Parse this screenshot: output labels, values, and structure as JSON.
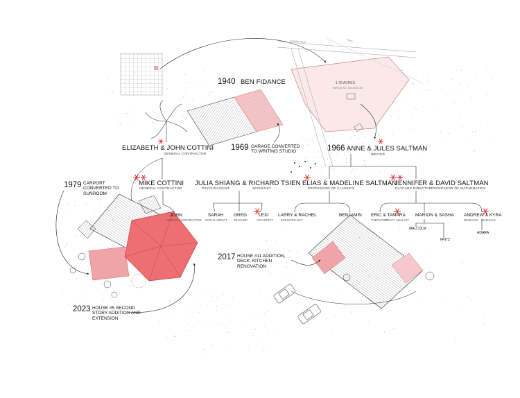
{
  "colors": {
    "accent": "#e8383d",
    "accent_fill": "#f2a7aa",
    "accent_light": "#f7d4d5",
    "line": "#222222",
    "hatch": "#8a8a8a"
  },
  "events": {
    "e1940": {
      "year": "1940",
      "text": "BEN FIDANCE"
    },
    "e1966": {
      "year": "1966",
      "text": "ANNE & JULES SALTMAN",
      "role": "WRITER"
    },
    "e1969": {
      "year": "1969",
      "text": "GARAGE CONVERTED TO WRITING STUDIO"
    },
    "e1979": {
      "year": "1979",
      "text": "CARPORT CONVERTED TO SUNROOM"
    },
    "e2017": {
      "year": "2017",
      "text": "HOUSE #11 ADDITION, DECK, KITCHEN RENOVATION"
    },
    "e2023": {
      "year": "2023",
      "text": "HOUSE #5 SECOND STORY ADDITION AND EXTENSION"
    }
  },
  "people": {
    "cottini_couple": {
      "name": "ELIZABETH & JOHN COTTINI",
      "role": "GENERAL CONTRACTOR"
    },
    "mike": {
      "name": "MIKE COTTINI",
      "role": "GENERAL CONTRACTOR"
    },
    "julia": {
      "name": "JULIA SHIANG",
      "role": "PSYCHOLOGIST"
    },
    "richard": {
      "name": "RICHARD TSIEN",
      "role": "SCIENTIST"
    },
    "elias": {
      "name": "ELIAS & MADELINE SALTMAN",
      "role": "PROFESSOR OF CLASSICS"
    },
    "jennifer": {
      "name": "JENNIFER & DAVID SALTMAN",
      "role1": "DAYCARE DIRECTOR",
      "role2": "PROFESSOR OF MATHEMATICS"
    },
    "john": {
      "name": "JOHN",
      "role": "GENERAL CONTRACTOR"
    },
    "sarah": {
      "name": "SARAH",
      "role": "SOCIAL IMPACT"
    },
    "greg": {
      "name": "GREG",
      "role": "TEACHER"
    },
    "lexi": {
      "name": "LEXI",
      "role": "ARCHITECT"
    },
    "larry": {
      "name": "LARRY & RACHEL",
      "role": "INDUSTRIALIST"
    },
    "benjamin": {
      "name": "BENJAMIN"
    },
    "eric": {
      "name": "ERIC & TAMARA",
      "role1": "THERAPIST",
      "role2": "POLICY ANALYST"
    },
    "marion": {
      "name": "MARION & SASHA"
    },
    "andrew": {
      "name": "ANDREW & KYRA",
      "role1": "MUSICIAN",
      "role2": "MUSICIAN"
    },
    "malcolm": {
      "name": "MALCOLM"
    },
    "fritz": {
      "name": "FRITZ"
    },
    "adara": {
      "name": "ADARA"
    }
  },
  "site_plan": {
    "area": "1.78 ACRES",
    "parcel": "PARCEL NO. 100-09-01-00",
    "road1": "COMMON ROAD",
    "road2": "ROAD"
  }
}
